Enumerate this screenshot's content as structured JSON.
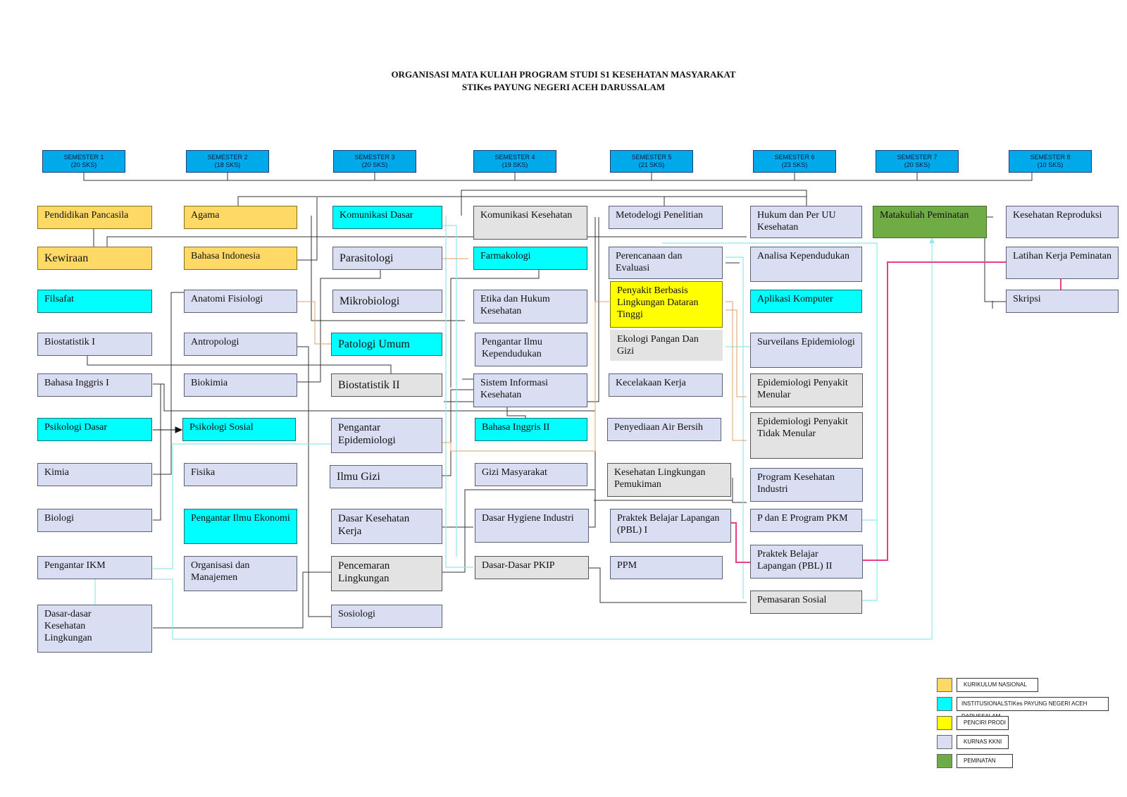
{
  "title": {
    "line1": "ORGANISASI MATA KULIAH PROGRAM STUDI S1 KESEHATAN MASYARAKAT",
    "line2": "STIKes PAYUNG NEGERI ACEH DARUSSALAM"
  },
  "semesters": [
    {
      "name": "SEMESTER 1",
      "sks": "(20 SKS)"
    },
    {
      "name": "SEMESTER 2",
      "sks": "(18 SKS)"
    },
    {
      "name": "SEMESTER 3",
      "sks": "(20 SKS)"
    },
    {
      "name": "SEMESTER 4",
      "sks": "(19 SKS)"
    },
    {
      "name": "SEMESTER 5",
      "sks": "(21 SKS)"
    },
    {
      "name": "SEMESTER 6",
      "sks": "(23 SKS)"
    },
    {
      "name": "SEMESTER 7",
      "sks": "(20 SKS)"
    },
    {
      "name": "SEMESTER 8",
      "sks": "(10 SKS)"
    }
  ],
  "courses": {
    "s1": [
      "Pendidikan Pancasila",
      "Kewiraan",
      "Filsafat",
      "Biostatistik I",
      "Bahasa Inggris I",
      "Psikologi Dasar",
      "Kimia",
      "Biologi",
      "Pengantar IKM",
      "Dasar-dasar Kesehatan Lingkungan"
    ],
    "s2": [
      "Agama",
      "Bahasa Indonesia",
      "Anatomi Fisiologi",
      "Antropologi",
      "Biokimia",
      "Psikologi Sosial",
      "Fisika",
      "Pengantar Ilmu Ekonomi",
      "Organisasi dan Manajemen"
    ],
    "s3": [
      "Komunikasi Dasar",
      "Parasitologi",
      "Mikrobiologi",
      "Patologi Umum",
      "Biostatistik II",
      "Pengantar Epidemiologi",
      "Ilmu Gizi",
      "Dasar Kesehatan Kerja",
      "Pencemaran Lingkungan",
      "Sosiologi"
    ],
    "s4": [
      "Komunikasi Kesehatan",
      "Farmakologi",
      "Etika dan Hukum Kesehatan",
      "Pengantar Ilmu Kependudukan",
      "Sistem Informasi Kesehatan",
      "Bahasa Inggris II",
      "Gizi Masyarakat",
      "Dasar Hygiene Industri",
      "Dasar-Dasar PKIP"
    ],
    "s5": [
      "Metodelogi Penelitian",
      "Perencanaan dan Evaluasi",
      "Penyakit Berbasis Lingkungan Dataran Tinggi",
      "Ekologi Pangan Dan Gizi",
      "Kecelakaan Kerja",
      "Penyediaan Air Bersih",
      "Kesehatan Lingkungan Pemukiman",
      "Praktek Belajar Lapangan (PBL) I",
      "PPM"
    ],
    "s6": [
      "Hukum dan Per UU Kesehatan",
      "Analisa Kependudukan",
      "Aplikasi Komputer",
      "Surveilans Epidemiologi",
      "Epidemiologi Penyakit Menular",
      "Epidemiologi Penyakit Tidak Menular",
      "Program Kesehatan Industri",
      "P dan E Program PKM",
      "Praktek Belajar Lapangan (PBL) II",
      "Pemasaran Sosial"
    ],
    "s7": [
      "Matakuliah Peminatan"
    ],
    "s8": [
      "Kesehatan Reproduksi",
      "Latihan Kerja Peminatan",
      "Skripsi"
    ]
  },
  "legend": [
    {
      "label": "KURIKULUM NASIONAL",
      "color": "#ffd966"
    },
    {
      "label": "INSTITUSIONALSTIKes PAYUNG NEGERI ACEH DARUSSALAM",
      "color": "#00ffff"
    },
    {
      "label": "PENCIRI PRODI",
      "color": "#ffff00"
    },
    {
      "label": "KURNAS KKNI",
      "color": "#d9def2"
    },
    {
      "label": "PEMINATAN",
      "color": "#6fac46"
    }
  ],
  "colors": {
    "nasional": "#ffd966",
    "institusional": "#00ffff",
    "penciri": "#ffff00",
    "kkni": "#d9def2",
    "peminatan": "#6fac46",
    "semester_header": "#00a9ea",
    "link_magenta": "#e83e8c",
    "link_cyan": "#8fe8f0",
    "link_orange": "#e0a060"
  }
}
